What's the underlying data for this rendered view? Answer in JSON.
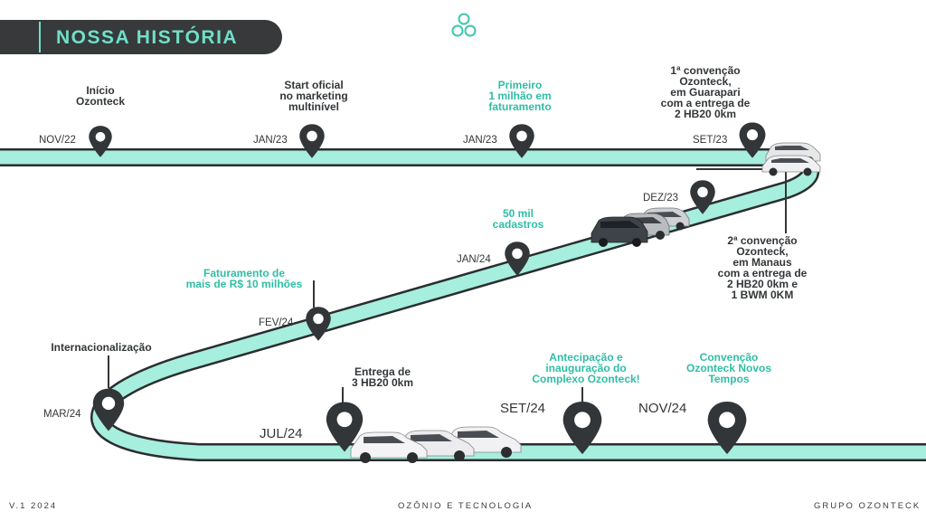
{
  "header": {
    "title": "NOSSA HISTÓRIA"
  },
  "colors": {
    "road": "#a6eedd",
    "road_edge": "#2b2d2f",
    "dark": "#333638",
    "teal": "#2fbea4",
    "banner_bg": "#37393b",
    "banner_text": "#6fe0c8"
  },
  "milestones": [
    {
      "date": "NOV/22",
      "label": "Início\nOzonteck"
    },
    {
      "date": "JAN/23",
      "label": "Start oficial\nno marketing\nmultinível"
    },
    {
      "date": "JAN/23",
      "label": "Primeiro\n1 milhão em\nfaturamento"
    },
    {
      "date": "SET/23",
      "label": "1ª convenção\nOzonteck,\nem Guarapari\ncom a entrega de\n2 HB20 0km"
    },
    {
      "date": "DEZ/23",
      "label": "2ª convenção\nOzonteck,\nem Manaus\ncom a entrega de\n2 HB20 0km e\n1 BWM 0KM"
    },
    {
      "date": "JAN/24",
      "label": "50 mil\ncadastros"
    },
    {
      "date": "FEV/24",
      "label": "Faturamento de\nmais de R$ 10 milhões"
    },
    {
      "date": "MAR/24",
      "label": "Internacionalização"
    },
    {
      "date": "JUL/24",
      "label": "Entrega de\n3 HB20 0km"
    },
    {
      "date": "SET/24",
      "label": "Antecipação e\ninauguração do\nComplexo Ozonteck!"
    },
    {
      "date": "NOV/24",
      "label": "Convenção\nOzonteck Novos\nTempos"
    }
  ],
  "footer": {
    "left": "V.1 2024",
    "center": "OZÔNIO E TECNOLOGIA",
    "right": "GRUPO OZONTECK"
  }
}
